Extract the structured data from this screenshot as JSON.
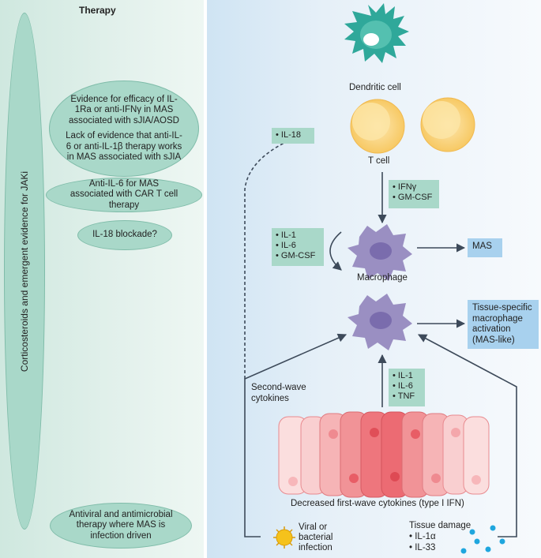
{
  "therapy": {
    "title": "Therapy",
    "vertical_label": "Corticosteroids and emergent evidence for JAKi",
    "ellipse_1": "Evidence for efficacy of IL-1Ra or anti-IFNγ in MAS associated with sJIA/AOSD",
    "ellipse_2": "Lack of evidence that anti-IL-6 or anti-IL-1β therapy works in MAS associated with sJIA",
    "ellipse_3": "Anti-IL-6 for MAS associated with CAR T cell therapy",
    "ellipse_4": "IL-18 blockade?",
    "ellipse_5": "Antiviral and antimicrobial therapy where MAS is infection driven"
  },
  "diagram": {
    "dendritic_cell": "Dendritic cell",
    "t_cell": "T cell",
    "il18_box": [
      "IL-18"
    ],
    "tcell_cytokines": [
      "IFNγ",
      "GM-CSF"
    ],
    "macrophage_cytokines": [
      "IL-1",
      "IL-6",
      "GM-CSF"
    ],
    "macrophage": "Macrophage",
    "mas": "MAS",
    "tissue_specific": "Tissue-specific macrophage activation (MAS-like)",
    "second_wave": "Second-wave cytokines",
    "epithelial_cytokines": [
      "IL-1",
      "IL-6",
      "TNF"
    ],
    "decreased_first_wave": "Decreased first-wave cytokines (type I IFN)",
    "infection": "Viral or bacterial infection",
    "tissue_damage": "Tissue damage",
    "tissue_damage_items": [
      "IL-1α",
      "IL-33"
    ]
  },
  "colors": {
    "therapy_bg": "#cfe8df",
    "ellipse": "#a9d8c9",
    "diagram_bg": "#cfe4f3",
    "blue_box": "#a8d1ee",
    "dendritic": "#2fa89a",
    "tcell": "#f9d27a",
    "macrophage": "#9a8fc2",
    "virus": "#f5c21b",
    "damage_dots": "#1fa6de"
  }
}
